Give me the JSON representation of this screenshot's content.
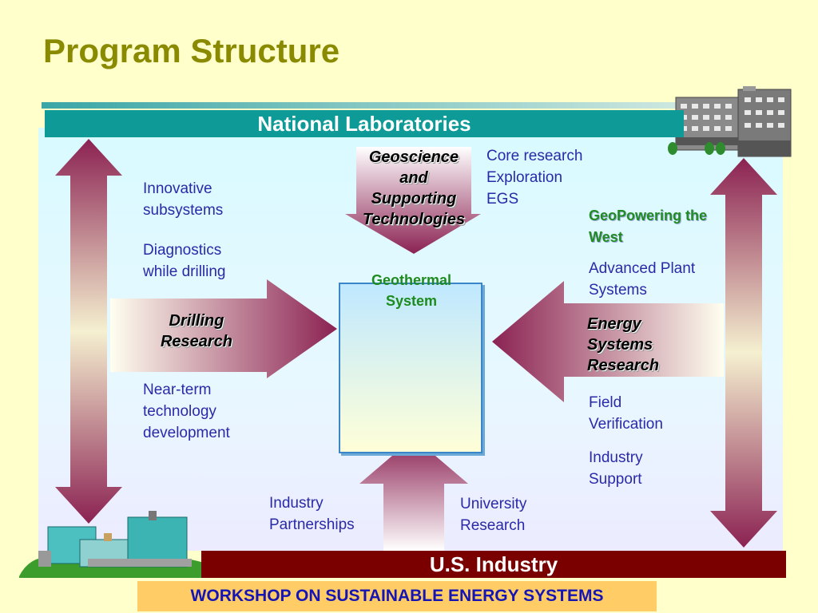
{
  "slide": {
    "title": "Program Structure",
    "national_labs": "National Laboratories",
    "us_industry": "U.S. Industry",
    "workshop": "WORKSHOP ON SUSTAINABLE ENERGY SYSTEMS"
  },
  "center": {
    "label": "Geothermal System"
  },
  "geoscience": {
    "heading_lines": [
      "Geoscience",
      "and",
      "Supporting",
      "Technologies"
    ],
    "items": [
      "Core research",
      "Exploration",
      "EGS"
    ]
  },
  "drilling": {
    "heading_lines": [
      "Drilling",
      "Research"
    ],
    "items_top": [
      "Innovative subsystems",
      "Diagnostics while drilling"
    ],
    "items_bottom": [
      "Near-term technology development"
    ]
  },
  "energy": {
    "heading_lines": [
      "Energy",
      "Systems",
      "Research"
    ],
    "program": "GeoPowering the West",
    "items_top": [
      "Advanced Plant Systems"
    ],
    "items_bottom": [
      "Field Verification",
      "Industry Support"
    ]
  },
  "industry_row": {
    "left": "Industry Partnerships",
    "right": "University Research"
  },
  "colors": {
    "teal": "#0E9A96",
    "maroon": "#7A0000",
    "arrow": "#8B2252",
    "text_blue": "#2A2AA8",
    "green": "#228B22",
    "title_olive": "#8A8A00"
  }
}
